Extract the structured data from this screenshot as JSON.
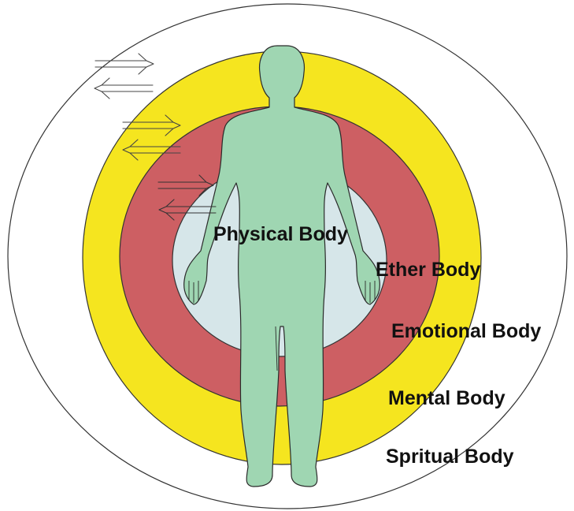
{
  "diagram": {
    "labels": {
      "physical": "Physical Body",
      "ether": "Ether Body",
      "emotional": "Emotional Body",
      "mental": "Mental Body",
      "spiritual": "Spritual Body"
    },
    "colors": {
      "spiritual_layer": "#ffffff",
      "mental_layer": "#f5e51f",
      "emotional_layer": "#cd5f63",
      "ether_layer": "#d6e6e9",
      "human_figure": "#9fd6b2",
      "outline": "#333333"
    }
  }
}
